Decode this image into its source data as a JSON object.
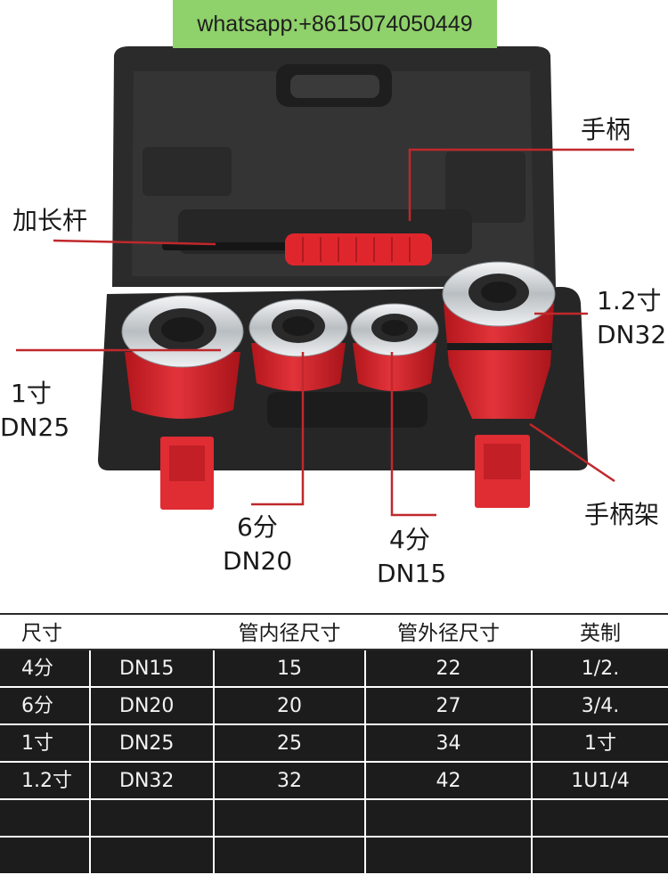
{
  "banner": {
    "contact": "whatsapp:+8615074050449"
  },
  "labels": {
    "handle": "手柄",
    "extension_bar": "加长杆",
    "size_1_2_cun": "1.2寸",
    "dn32": "DN32",
    "size_1_cun": "1寸",
    "dn25": "DN25",
    "size_6_fen": "6分",
    "dn20": "DN20",
    "size_4_fen": "4分",
    "dn15": "DN15",
    "handle_holder": "手柄架"
  },
  "colors": {
    "die_red": "#d8262c",
    "case_black": "#262626",
    "chrome": "#c9cdd0",
    "leader": "#c0282c"
  },
  "table": {
    "headers": [
      "尺寸",
      "",
      "管内径尺寸",
      "管外径尺寸",
      "英制"
    ],
    "rows": [
      [
        "4分",
        "DN15",
        "15",
        "22",
        "1/2."
      ],
      [
        "6分",
        "DN20",
        "20",
        "27",
        "3/4."
      ],
      [
        "1寸",
        "DN25",
        "25",
        "34",
        "1寸"
      ],
      [
        "1.2寸",
        "DN32",
        "32",
        "42",
        "1U1/4"
      ],
      [
        "",
        "",
        "",
        "",
        ""
      ],
      [
        "",
        "",
        "",
        "",
        ""
      ]
    ]
  }
}
